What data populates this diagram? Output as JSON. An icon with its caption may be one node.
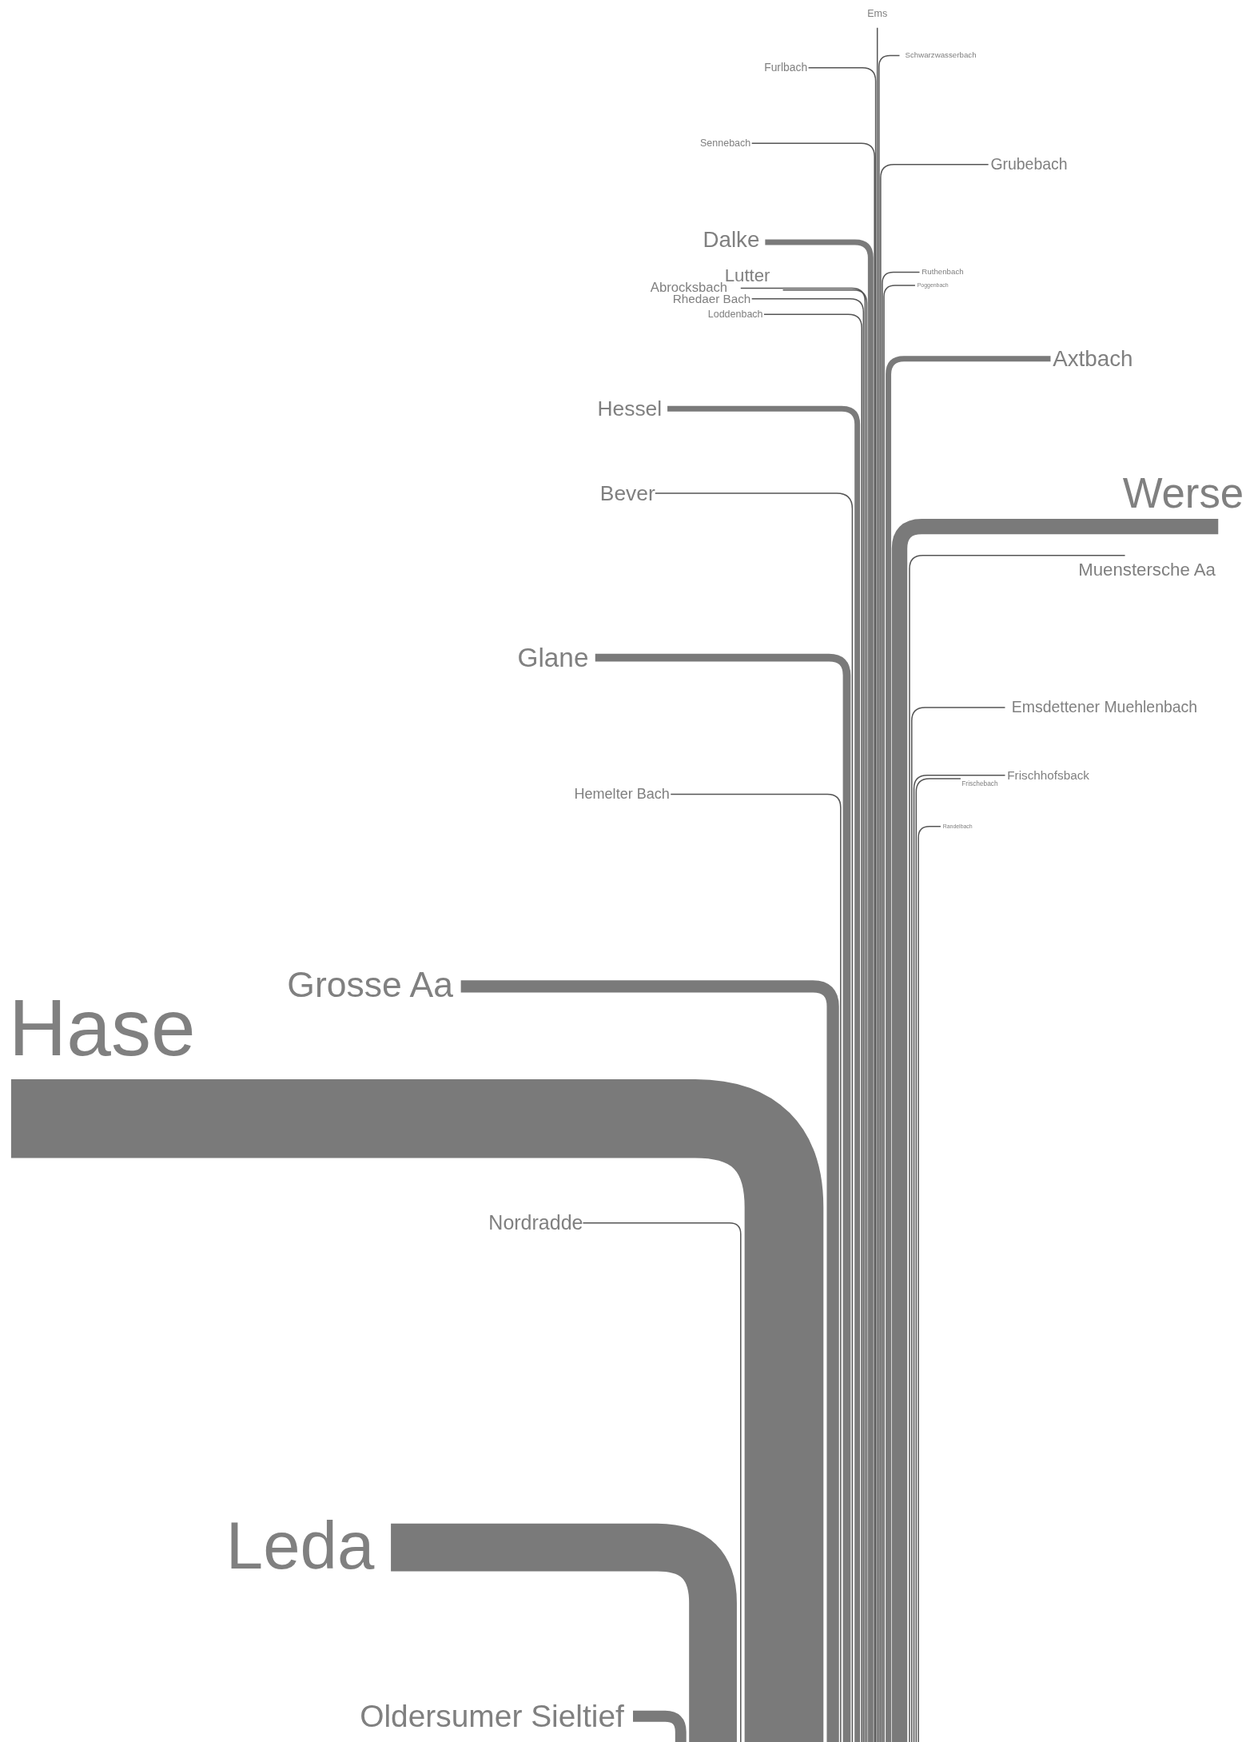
{
  "diagram": {
    "nodes": [
      {
        "text": [
          "Ems"
        ]
      },
      {
        "text": [
          "Schwarzwasserbach"
        ]
      },
      {
        "text": [
          "Furlbach"
        ]
      },
      {
        "text": [
          "Sennebach"
        ]
      },
      {
        "text": [
          "Grubebach"
        ]
      },
      {
        "text": [
          "Dalke"
        ]
      },
      {
        "text": [
          "Ruthenbach"
        ]
      },
      {
        "text": [
          "Lutter"
        ]
      },
      {
        "text": [
          "Poggenbach"
        ]
      },
      {
        "text": [
          "Abrocksbach"
        ]
      },
      {
        "text": [
          "Rhedaer Bach"
        ]
      },
      {
        "text": [
          "Loddenbach"
        ]
      },
      {
        "text": [
          "Axtbach"
        ]
      },
      {
        "text": [
          "Hessel"
        ]
      },
      {
        "text": [
          "Bever"
        ]
      },
      {
        "text": [
          "Werse"
        ]
      },
      {
        "text": [
          "Muenstersche Aa"
        ]
      },
      {
        "text": [
          "Glane"
        ]
      },
      {
        "text": [
          "Emsdettener Muehlenbach"
        ]
      },
      {
        "text": [
          "Frischhofsback"
        ]
      },
      {
        "text": [
          "Frischebach"
        ]
      },
      {
        "text": [
          "Hemelter Bach"
        ]
      },
      {
        "text": [
          "Randelbach"
        ]
      },
      {
        "text": [
          "Grosse Aa"
        ]
      },
      {
        "text": [
          "Hase"
        ]
      },
      {
        "text": [
          "Nordradde"
        ]
      },
      {
        "text": [
          "Leda"
        ]
      },
      {
        "text": [
          "Oldersumer Sieltief"
        ]
      }
    ],
    "edges": [
      {
        "from": 0,
        "to": null,
        "arrow": "none"
      },
      {
        "from": 1,
        "to": null,
        "arrow": "none"
      },
      {
        "from": 2,
        "to": null,
        "arrow": "none"
      },
      {
        "from": 3,
        "to": null,
        "arrow": "none"
      },
      {
        "from": 4,
        "to": null,
        "arrow": "none"
      },
      {
        "from": 5,
        "to": null,
        "arrow": "none",
        "style": "thick"
      },
      {
        "from": 6,
        "to": null,
        "arrow": "none"
      },
      {
        "from": 7,
        "to": null,
        "arrow": "none"
      },
      {
        "from": 8,
        "to": null,
        "arrow": "none"
      },
      {
        "from": 9,
        "to": null,
        "arrow": "none"
      },
      {
        "from": 10,
        "to": null,
        "arrow": "none"
      },
      {
        "from": 11,
        "to": null,
        "arrow": "none"
      },
      {
        "from": 12,
        "to": null,
        "arrow": "none",
        "style": "thick"
      },
      {
        "from": 13,
        "to": null,
        "arrow": "none",
        "style": "thick"
      },
      {
        "from": 14,
        "to": null,
        "arrow": "none"
      },
      {
        "from": 15,
        "to": null,
        "arrow": "none",
        "style": "thick"
      },
      {
        "from": 16,
        "to": null,
        "arrow": "none"
      },
      {
        "from": 17,
        "to": null,
        "arrow": "none",
        "style": "thick"
      },
      {
        "from": 18,
        "to": null,
        "arrow": "none"
      },
      {
        "from": 19,
        "to": null,
        "arrow": "none"
      },
      {
        "from": 20,
        "to": null,
        "arrow": "none"
      },
      {
        "from": 21,
        "to": null,
        "arrow": "none"
      },
      {
        "from": 22,
        "to": null,
        "arrow": "none"
      },
      {
        "from": 23,
        "to": null,
        "arrow": "none",
        "style": "thick"
      },
      {
        "from": 24,
        "to": null,
        "arrow": "none",
        "style": "thick"
      },
      {
        "from": 25,
        "to": null,
        "arrow": "none"
      },
      {
        "from": 26,
        "to": null,
        "arrow": "none",
        "style": "thick"
      },
      {
        "from": 27,
        "to": null,
        "arrow": "none",
        "style": "thick"
      }
    ]
  }
}
